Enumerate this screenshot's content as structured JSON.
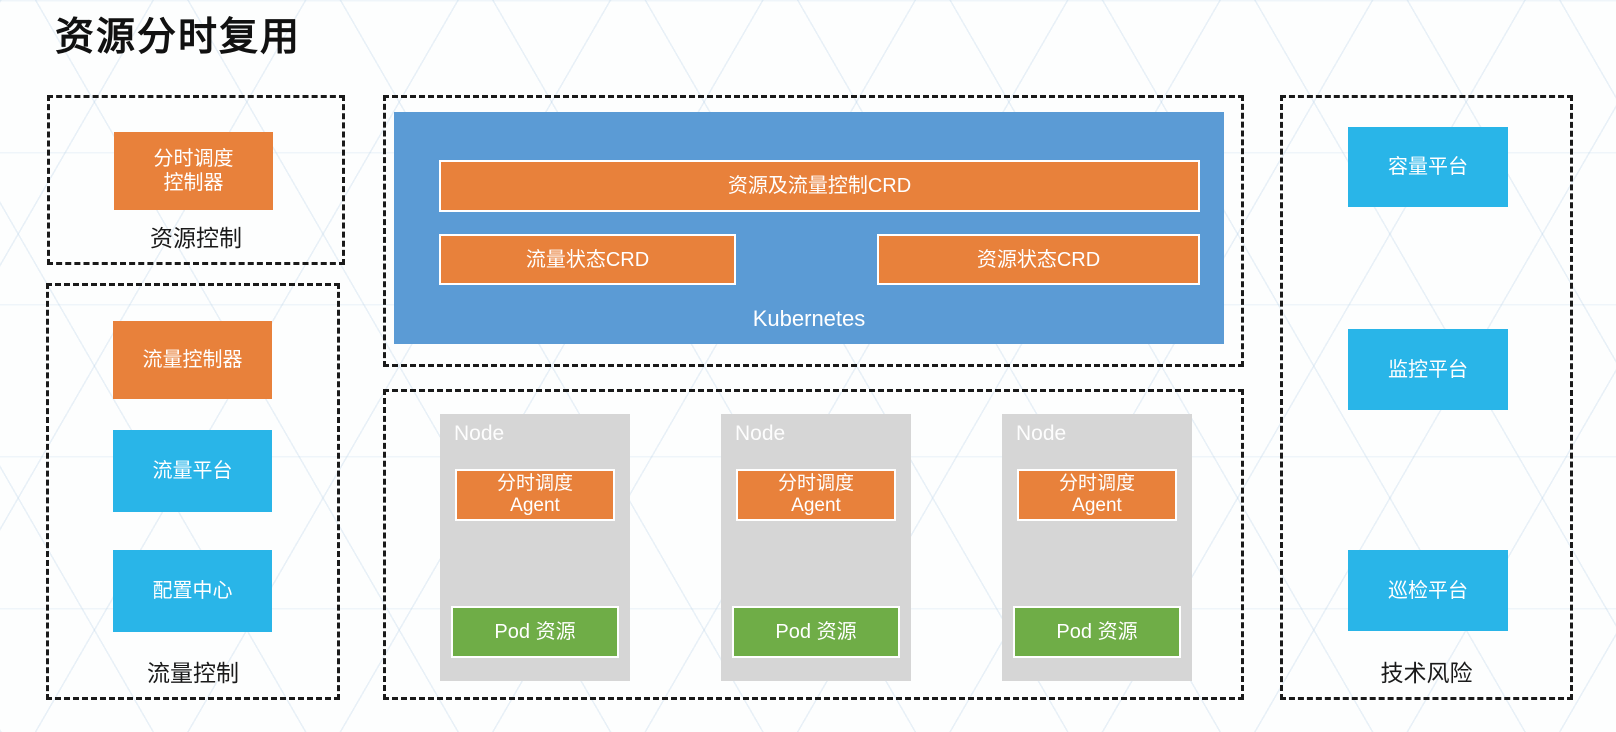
{
  "title": "资源分时复用",
  "colors": {
    "orange": "#E8813B",
    "cyan": "#29B5E8",
    "k8s_blue": "#5B9BD5",
    "green": "#6FAD47",
    "node_gray": "#D6D6D6",
    "dash": "#1A1A1A"
  },
  "resource_control": {
    "label": "资源控制",
    "controller_line1": "分时调度",
    "controller_line2": "控制器"
  },
  "traffic_control": {
    "label": "流量控制",
    "items": [
      {
        "text": "流量控制器",
        "type": "orange"
      },
      {
        "text": "流量平台",
        "type": "cyan"
      },
      {
        "text": "配置中心",
        "type": "cyan"
      }
    ]
  },
  "kubernetes": {
    "label": "Kubernetes",
    "crd_full": "资源及流量控制CRD",
    "crd_left": "流量状态CRD",
    "crd_right": "资源状态CRD"
  },
  "nodes": {
    "node_label": "Node",
    "agent_line1": "分时调度",
    "agent_line2": "Agent",
    "pod": "Pod 资源",
    "count": 3
  },
  "tech_risk": {
    "label": "技术风险",
    "items": [
      {
        "text": "容量平台",
        "type": "cyan"
      },
      {
        "text": "监控平台",
        "type": "cyan"
      },
      {
        "text": "巡检平台",
        "type": "cyan"
      }
    ]
  }
}
